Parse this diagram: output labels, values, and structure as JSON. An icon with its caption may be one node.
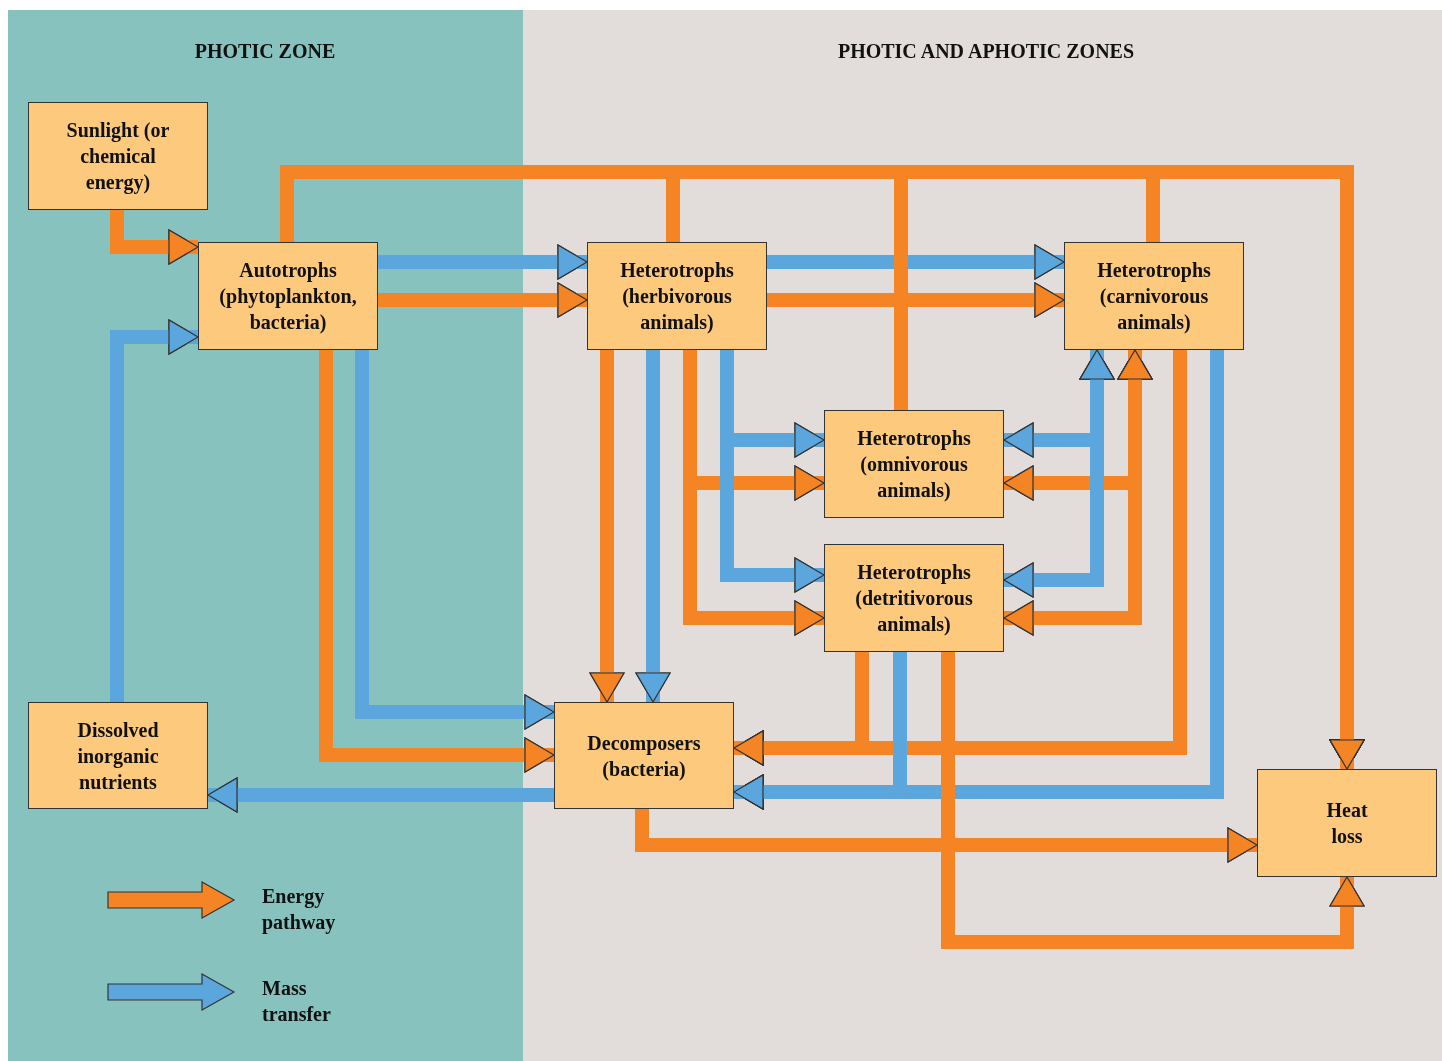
{
  "diagram": {
    "nodes": [
      {
        "text": [
          "Sunlight (or chemical energy)"
        ]
      },
      {
        "text": [
          "Autotrophs (phytoplankton, bacteria)"
        ]
      },
      {
        "text": [
          "Heterotrophs (herbivorous animals)"
        ]
      },
      {
        "text": [
          "Heterotrophs (carnivorous animals)"
        ]
      },
      {
        "text": [
          "Heterotrophs (omnivorous animals)"
        ]
      },
      {
        "text": [
          "Heterotrophs (detritivorous animals)"
        ]
      },
      {
        "text": [
          "Dissolved inorganic nutrients"
        ]
      },
      {
        "text": [
          "Decomposers (bacteria)"
        ]
      },
      {
        "text": [
          "Heat loss"
        ]
      }
    ],
    "edges": [
      {
        "from": 0,
        "to": 1,
        "arrow": "to"
      },
      {
        "from": 1,
        "to": 2,
        "arrow": "to",
        "color": "#5ba7dd"
      },
      {
        "from": 1,
        "to": 2,
        "arrow": "to"
      },
      {
        "from": 2,
        "to": 3,
        "arrow": "to",
        "color": "#5ba7dd"
      },
      {
        "from": 2,
        "to": 3,
        "arrow": "to"
      },
      {
        "from": 1,
        "to": 8,
        "arrow": "to"
      },
      {
        "from": 2,
        "to": 8,
        "arrow": "to"
      },
      {
        "from": 3,
        "to": 8,
        "arrow": "to"
      },
      {
        "from": 4,
        "to": 8,
        "arrow": "to"
      },
      {
        "from": 2,
        "to": 4,
        "arrow": "to",
        "color": "#5ba7dd"
      },
      {
        "from": 2,
        "to": 4,
        "arrow": "to"
      },
      {
        "from": 2,
        "to": 5,
        "arrow": "to",
        "color": "#5ba7dd"
      },
      {
        "from": 2,
        "to": 5,
        "arrow": "to"
      },
      {
        "from": 3,
        "to": 4,
        "arrow": "both",
        "color": "#5ba7dd"
      },
      {
        "from": 3,
        "to": 4,
        "arrow": "both"
      },
      {
        "from": 3,
        "to": 5,
        "arrow": "both",
        "color": "#5ba7dd"
      },
      {
        "from": 3,
        "to": 5,
        "arrow": "both"
      },
      {
        "from": 2,
        "to": 7,
        "arrow": "to"
      },
      {
        "from": 2,
        "to": 7,
        "arrow": "to",
        "color": "#5ba7dd"
      },
      {
        "from": 1,
        "to": 7,
        "arrow": "to"
      },
      {
        "from": 1,
        "to": 7,
        "arrow": "to",
        "color": "#5ba7dd"
      },
      {
        "from": 5,
        "to": 7,
        "arrow": "to"
      },
      {
        "from": 3,
        "to": 7,
        "arrow": "to"
      },
      {
        "from": 5,
        "to": 7,
        "arrow": "to",
        "color": "#5ba7dd"
      },
      {
        "from": 3,
        "to": 7,
        "arrow": "to",
        "color": "#5ba7dd"
      },
      {
        "from": 5,
        "to": 8,
        "arrow": "to"
      },
      {
        "from": 7,
        "to": 8,
        "arrow": "to"
      },
      {
        "from": 6,
        "to": 1,
        "arrow": "to",
        "color": "#5ba7dd"
      },
      {
        "from": 7,
        "to": 6,
        "arrow": "to",
        "color": "#5ba7dd"
      }
    ],
    "labels": [
      "PHOTIC ZONE",
      "PHOTIC AND APHOTIC ZONES"
    ],
    "legend": [
      {
        "text": "Energy pathway"
      },
      {
        "text": "Mass transfer"
      }
    ]
  }
}
